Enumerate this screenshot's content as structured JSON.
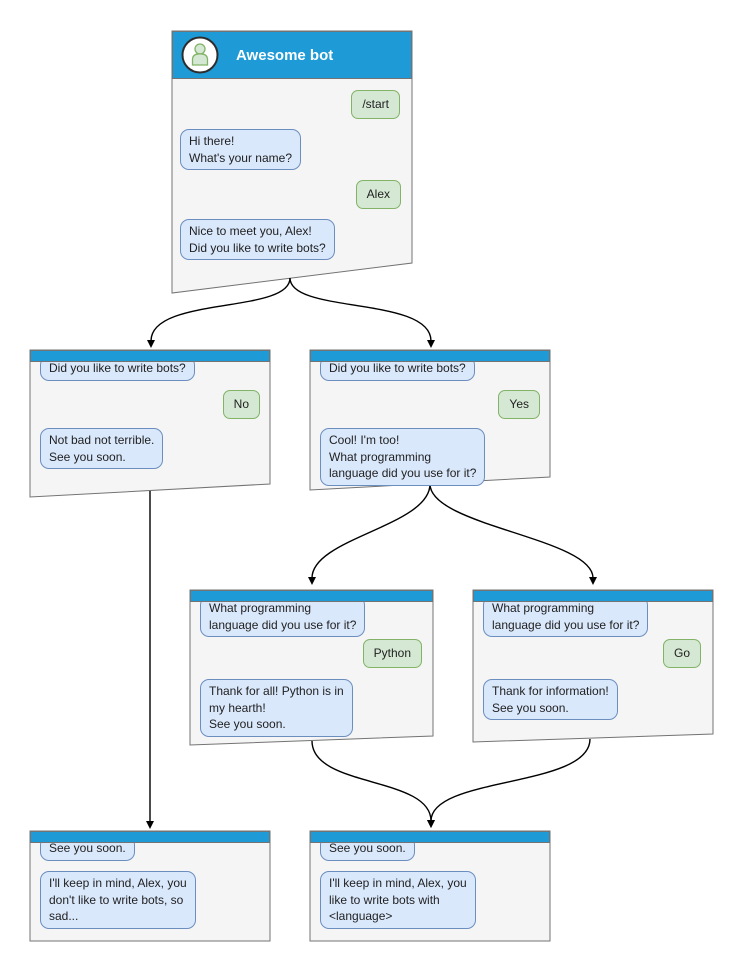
{
  "diagram": {
    "window": {
      "title": "Awesome bot",
      "messages": [
        {
          "from": "user",
          "text": "/start"
        },
        {
          "from": "bot",
          "text": "Hi there!\nWhat's your name?"
        },
        {
          "from": "user",
          "text": "Alex"
        },
        {
          "from": "bot",
          "text": "Nice to meet you, Alex!\nDid you like to write bots?"
        }
      ]
    },
    "cards": [
      {
        "name": "branch-no",
        "messages": [
          {
            "from": "bot",
            "text": "Did you like to write bots?"
          },
          {
            "from": "user",
            "text": "No"
          },
          {
            "from": "bot",
            "text": "Not bad not terrible.\nSee you soon."
          }
        ]
      },
      {
        "name": "branch-yes",
        "messages": [
          {
            "from": "bot",
            "text": "Did you like to write bots?"
          },
          {
            "from": "user",
            "text": "Yes"
          },
          {
            "from": "bot",
            "text": "Cool! I'm too!\nWhat programming\nlanguage did you use for it?"
          }
        ]
      },
      {
        "name": "branch-python",
        "messages": [
          {
            "from": "bot",
            "text": "What programming\nlanguage did you use for it?"
          },
          {
            "from": "user",
            "text": "Python"
          },
          {
            "from": "bot",
            "text": "Thank for all! Python is in\nmy hearth!\nSee you soon."
          }
        ]
      },
      {
        "name": "branch-go",
        "messages": [
          {
            "from": "bot",
            "text": "What programming\nlanguage did you use for it?"
          },
          {
            "from": "user",
            "text": "Go"
          },
          {
            "from": "bot",
            "text": "Thank for information!\nSee you soon."
          }
        ]
      },
      {
        "name": "end-no",
        "messages": [
          {
            "from": "bot",
            "text": "See you soon."
          },
          {
            "from": "bot",
            "text": "I'll keep in mind, Alex, you\ndon't like to write bots, so\nsad..."
          }
        ]
      },
      {
        "name": "end-yes",
        "messages": [
          {
            "from": "bot",
            "text": "See you soon."
          },
          {
            "from": "bot",
            "text": "I'll keep in mind, Alex, you\nlike to write bots with\n<language>"
          }
        ]
      }
    ],
    "colors": {
      "header_blue": "#1E9BD7",
      "card_bg": "#F5F5F5",
      "card_border": "#737373",
      "bot_bubble_bg": "#DAE8FC",
      "bot_bubble_border": "#6C8EBF",
      "user_bubble_bg": "#D5E8D4",
      "user_bubble_border": "#82B366",
      "arrow": "#000000"
    },
    "icons": {
      "avatar": "person-icon"
    }
  }
}
